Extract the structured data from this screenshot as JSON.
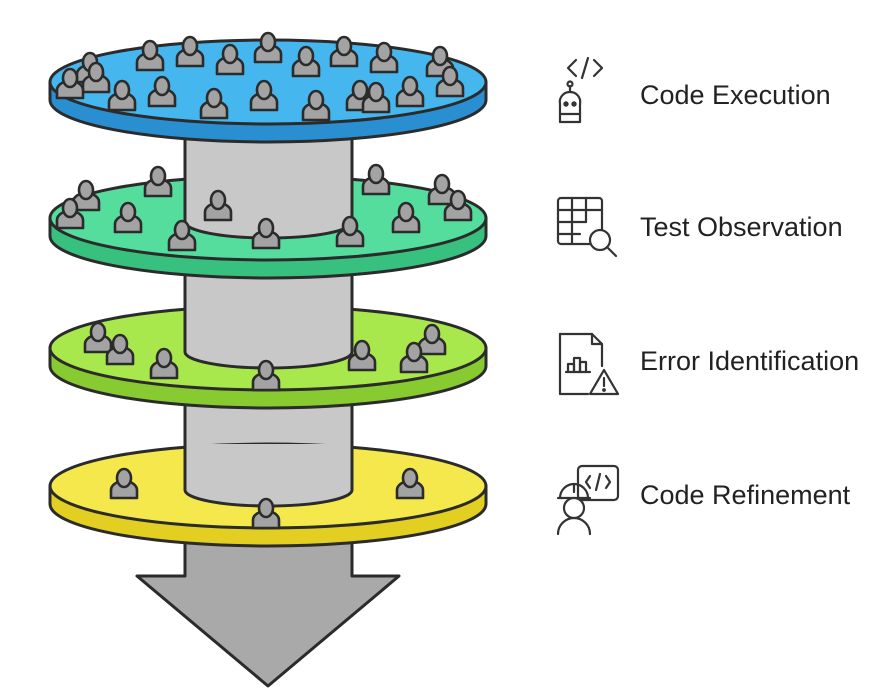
{
  "steps": [
    {
      "label": "Code Execution",
      "icon": "robot-code-icon",
      "disk_color": "#46b6ee",
      "disk_edge_color": "#2a8fd0",
      "people_count": 20
    },
    {
      "label": "Test Observation",
      "icon": "table-search-icon",
      "disk_color": "#54dd9c",
      "disk_edge_color": "#37c07e",
      "people_count": 12
    },
    {
      "label": "Error Identification",
      "icon": "chart-warning-icon",
      "disk_color": "#a8e84c",
      "disk_edge_color": "#88cb30",
      "people_count": 7
    },
    {
      "label": "Code Refinement",
      "icon": "developer-code-icon",
      "disk_color": "#f5e84c",
      "disk_edge_color": "#e2cf22",
      "people_count": 3
    }
  ],
  "colors": {
    "column": "#c8c8c8",
    "arrow": "#a9a9a9",
    "person": "#a3a3a3",
    "outline": "#2b2b2b"
  }
}
